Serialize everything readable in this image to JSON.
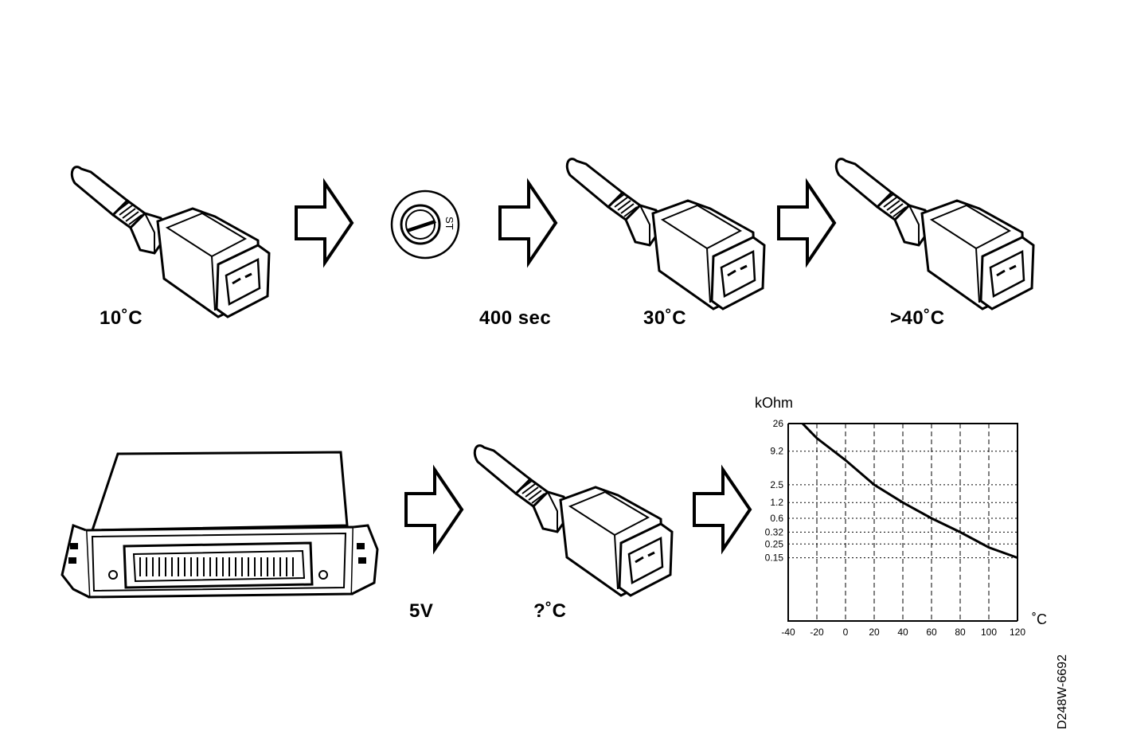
{
  "labels": {
    "step1_temp": "10˚C",
    "wait_time": "400 sec",
    "step2_temp": "30˚C",
    "step3_temp": ">40˚C",
    "voltage": "5V",
    "unknown_temp": "?˚C"
  },
  "ignition_key_marking": "ST",
  "figure_code": "D248W-6692",
  "chart_data": {
    "type": "line",
    "ylabel": "kOhm",
    "xlabel": "˚C",
    "x_ticks": [
      "-40",
      "-20",
      "0",
      "20",
      "40",
      "60",
      "80",
      "100",
      "120"
    ],
    "y_ticks": [
      "26",
      "9.2",
      "2.5",
      "1.2",
      "0.6",
      "0.32",
      "0.25",
      "0.15"
    ],
    "xlim": [
      -40,
      120
    ],
    "grid": true,
    "series": [
      {
        "x": [
          -30,
          -20,
          0,
          20,
          40,
          60,
          80,
          100,
          120
        ],
        "y": [
          26,
          15,
          6.5,
          2.5,
          1.2,
          0.6,
          0.32,
          0.22,
          0.15
        ]
      }
    ]
  }
}
